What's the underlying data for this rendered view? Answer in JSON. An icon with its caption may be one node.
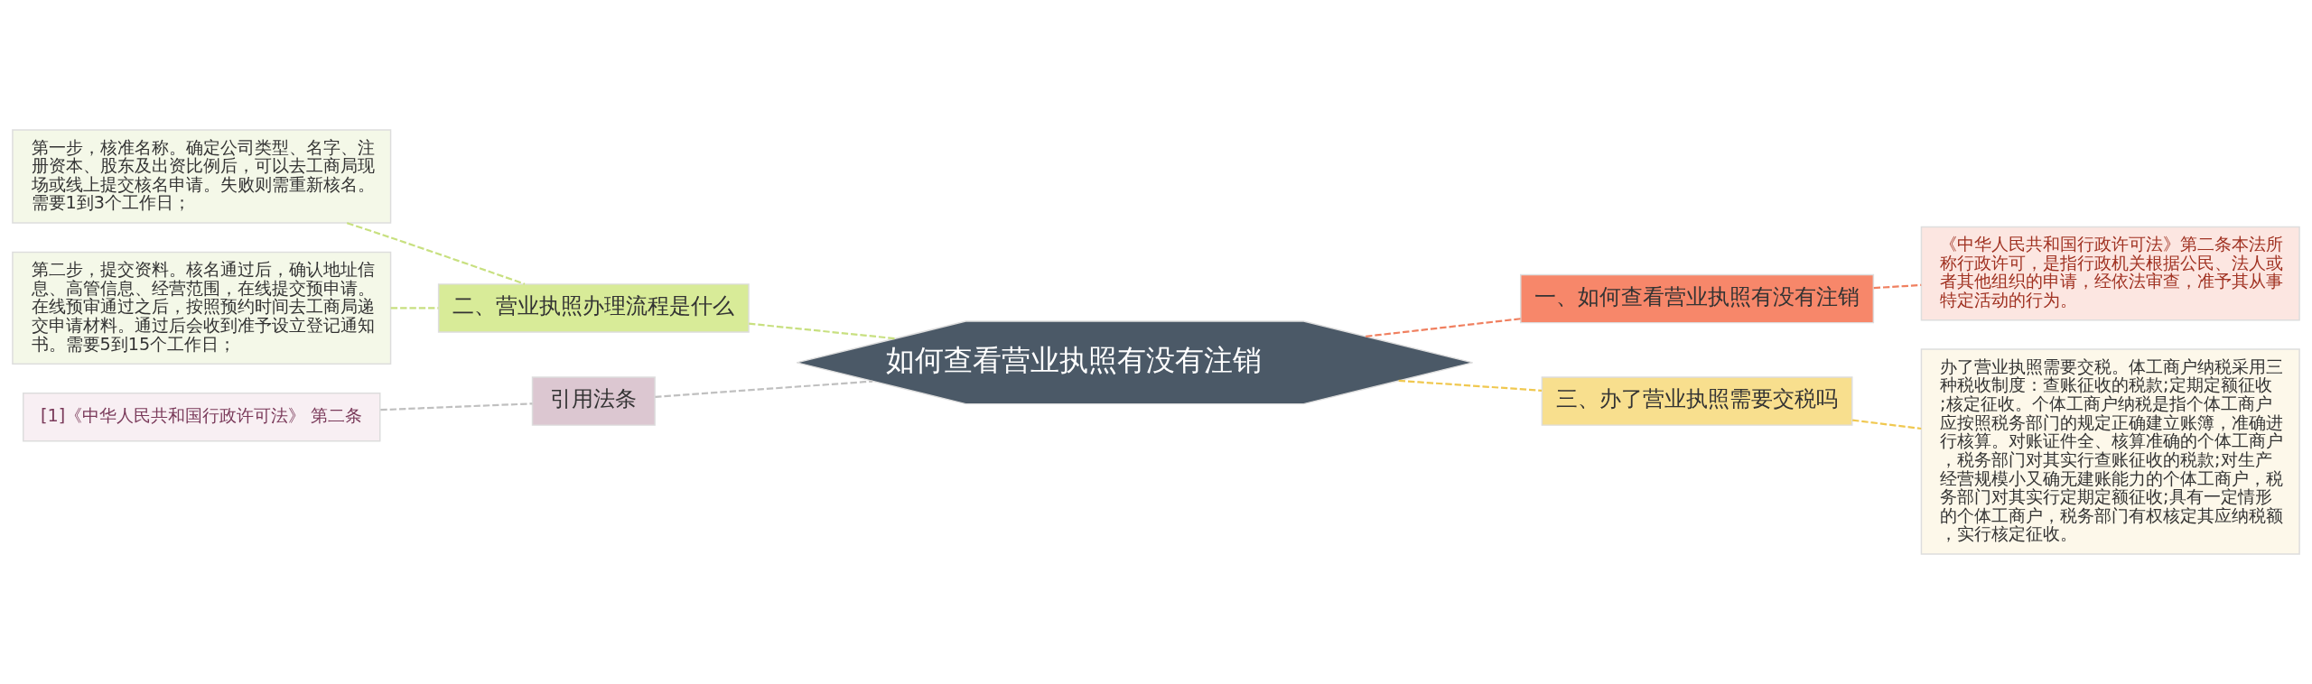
{
  "diagram": {
    "nodes": [
      {
        "text": [
          "如何查看营业执照有没有注销"
        ]
      },
      {
        "text": [
          "一、如何查看营业执照有没有注销"
        ]
      },
      {
        "text": [
          "《中华人民共和国行政许可法》第二条本法所称行政许可，是指行政机关根据公民、法人或者其他组织的申请，经依法审查，准予其从事特定活动的行为。"
        ]
      },
      {
        "text": [
          "三、办了营业执照需要交税吗"
        ]
      },
      {
        "text": [
          "办了营业执照需要交税。体工商户纳税采用三种税收制度：查账征收的税款;定期定额征收;核定征收。个体工商户纳税是指个体工商户应按照税务部门的规定正确建立账簿，准确进行核算。对账证件全、核算准确的个体工商户，税务部门对其实行查账征收的税款;对生产经营规模小又确无建账能力的个体工商户，税务部门对其实行定期定额征收;具有一定情形的个体工商户，税务部门有权核定其应纳税额，实行核定征收。"
        ]
      },
      {
        "text": [
          "二、营业执照办理流程是什么"
        ]
      },
      {
        "text": [
          "第一步，核准名称。确定公司类型、名字、注册资本、股东及出资比例后，可以去工商局现场或线上提交核名申请。失败则需重新核名。需要1到3个工作日；"
        ]
      },
      {
        "text": [
          "第二步，提交资料。核名通过后，确认地址信息、高管信息、经营范围，在线提交预申请。在线预审通过之后，按照预约时间去工商局递交申请材料。通过后会收到准予设立登记通知书。需要5到15个工作日；"
        ]
      },
      {
        "text": [
          "引用法条"
        ]
      },
      {
        "text": [
          "[1]《中华人民共和国行政许可法》 第二条"
        ]
      }
    ],
    "edges": [
      {
        "from": 0,
        "to": 1,
        "arrow": "none",
        "style": "dashed",
        "color": "#f08060"
      },
      {
        "from": 1,
        "to": 2,
        "arrow": "none",
        "style": "dashed",
        "color": "#f08060"
      },
      {
        "from": 0,
        "to": 3,
        "arrow": "none",
        "style": "dashed",
        "color": "#f0c850"
      },
      {
        "from": 3,
        "to": 4,
        "arrow": "none",
        "style": "dashed",
        "color": "#f0c850"
      },
      {
        "from": 5,
        "to": 0,
        "arrow": "none",
        "style": "dashed",
        "color": "#c8e080"
      },
      {
        "from": 6,
        "to": 5,
        "arrow": "none",
        "style": "dashed",
        "color": "#c8e080"
      },
      {
        "from": 7,
        "to": 5,
        "arrow": "none",
        "style": "dashed",
        "color": "#c8e080"
      },
      {
        "from": 8,
        "to": 0,
        "arrow": "none",
        "style": "dashed",
        "color": "#c0c0c0"
      },
      {
        "from": 9,
        "to": 8,
        "arrow": "none",
        "style": "dashed",
        "color": "#c0c0c0"
      }
    ]
  }
}
